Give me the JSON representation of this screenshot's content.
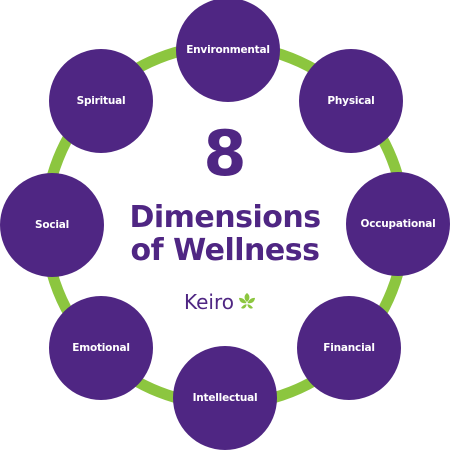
{
  "colors": {
    "node_fill": "#4f2683",
    "ring": "#8cc63f",
    "title": "#4f2683",
    "node_text": "#ffffff",
    "logo_mark": "#8cc63f"
  },
  "center": {
    "number": "8",
    "title_line1": "Dimensions",
    "title_line2": "of Wellness"
  },
  "brand": {
    "name": "Keiro",
    "logo_icon": "keiro-flower-icon"
  },
  "dimensions": [
    "Environmental",
    "Physical",
    "Occupational",
    "Financial",
    "Intellectual",
    "Emotional",
    "Social",
    "Spiritual"
  ]
}
